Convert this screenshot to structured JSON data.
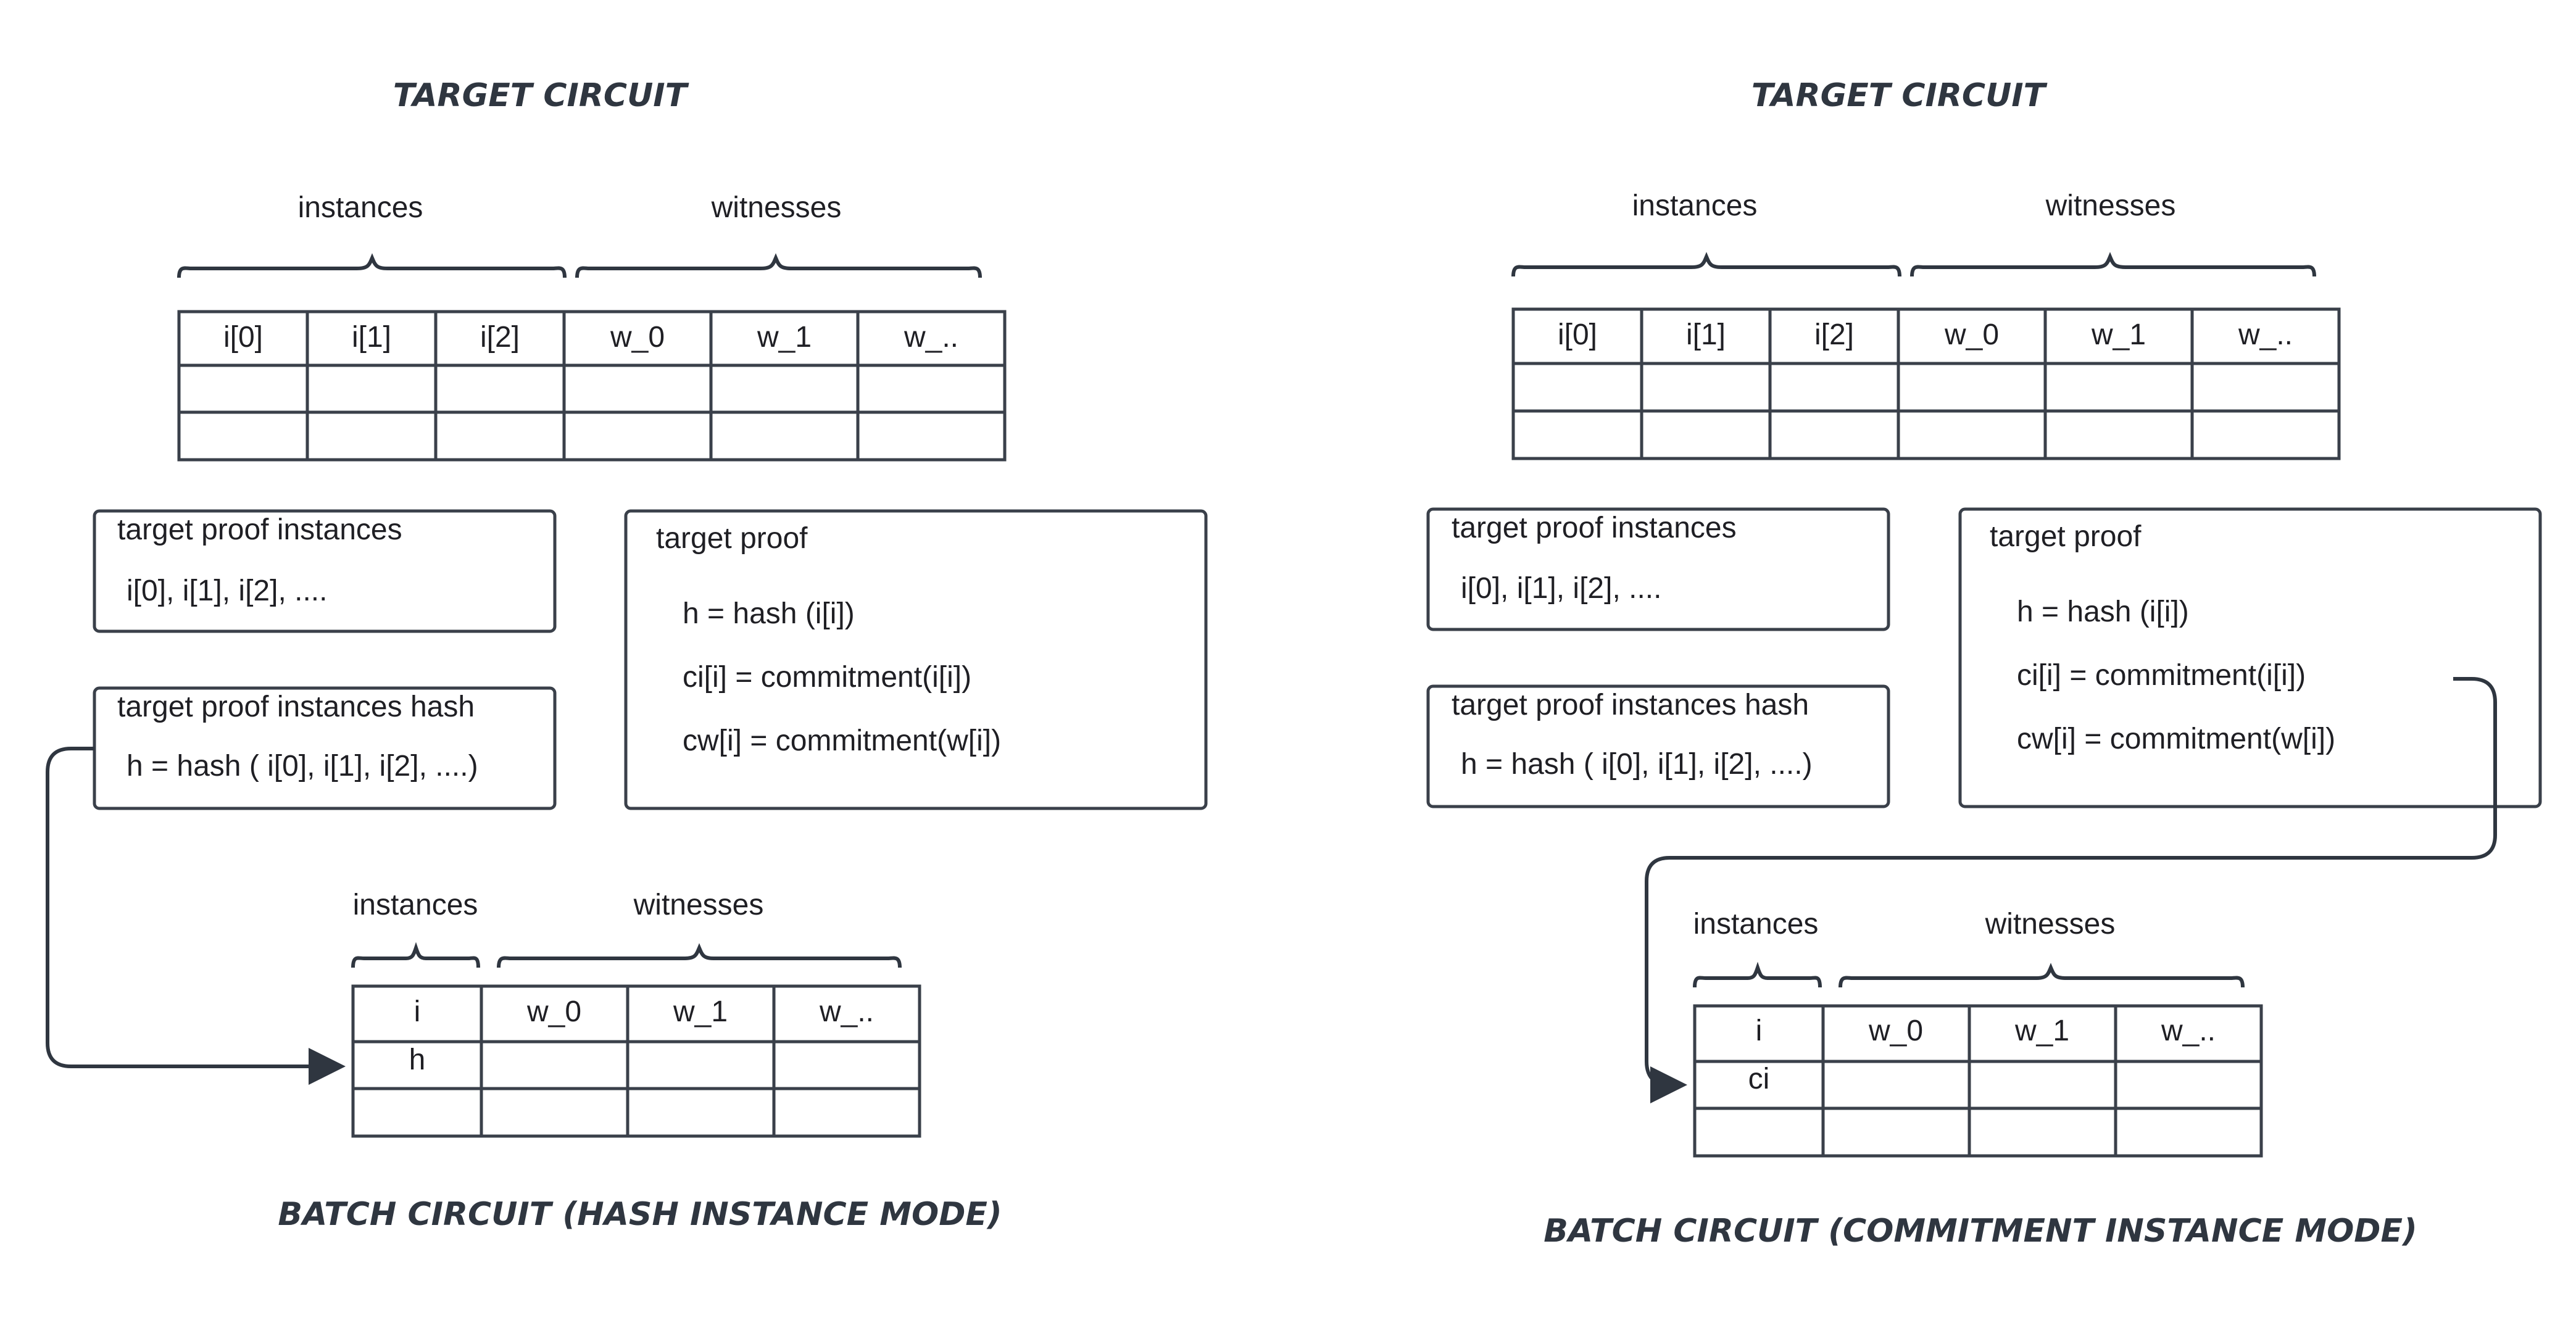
{
  "colors": {
    "stroke": "#3a404a",
    "text": "#1f1f24",
    "title": "#2f3640",
    "background": "#ffffff"
  },
  "left": {
    "top_title": "TARGET CIRCUIT",
    "instances_label": "instances",
    "witnesses_label": "witnesses",
    "table_headers": [
      "i[0]",
      "i[1]",
      "i[2]",
      "w_0",
      "w_1",
      "w_.."
    ],
    "box_instances": {
      "title": "target proof instances",
      "body": "i[0], i[1], i[2], ...."
    },
    "box_hash": {
      "title": "target proof instances hash",
      "body": "h = hash ( i[0], i[1], i[2], ....)"
    },
    "box_proof": {
      "title": "target proof",
      "lines": [
        "h = hash (i[i])",
        "ci[i] = commitment(i[i])",
        "cw[i] = commitment(w[i])"
      ]
    },
    "batch_instances_label": "instances",
    "batch_witnesses_label": "witnesses",
    "batch_headers": [
      "i",
      "w_0",
      "w_1",
      "w_.."
    ],
    "batch_value": "h",
    "bottom_title": "BATCH CIRCUIT (HASH INSTANCE MODE)"
  },
  "right": {
    "top_title": "TARGET CIRCUIT",
    "instances_label": "instances",
    "witnesses_label": "witnesses",
    "table_headers": [
      "i[0]",
      "i[1]",
      "i[2]",
      "w_0",
      "w_1",
      "w_.."
    ],
    "box_instances": {
      "title": "target proof instances",
      "body": "i[0], i[1], i[2], ...."
    },
    "box_hash": {
      "title": "target proof instances hash",
      "body": "h = hash ( i[0], i[1], i[2], ....)"
    },
    "box_proof": {
      "title": "target proof",
      "lines": [
        "h = hash (i[i])",
        "ci[i] = commitment(i[i])",
        "cw[i] = commitment(w[i])"
      ]
    },
    "batch_instances_label": "instances",
    "batch_witnesses_label": "witnesses",
    "batch_headers": [
      "i",
      "w_0",
      "w_1",
      "w_.."
    ],
    "batch_value": "ci",
    "bottom_title": "BATCH CIRCUIT (COMMITMENT INSTANCE MODE)"
  }
}
